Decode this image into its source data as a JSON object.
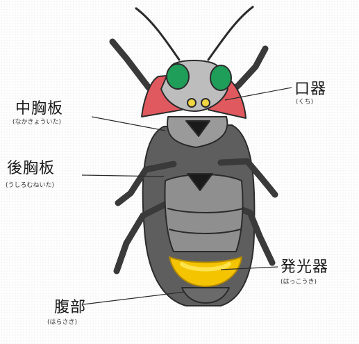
{
  "labels": {
    "mesosternum": {
      "name": "中胸板",
      "reading": "(なかきょういた)"
    },
    "metasternum": {
      "name": "後胸板",
      "reading": "(うしろむねいた)"
    },
    "mouthparts": {
      "name": "口器",
      "reading": "(くち)"
    },
    "light_organ": {
      "name": "発光器",
      "reading": "(はっこうき)"
    },
    "abdomen_tip": {
      "name": "腹部",
      "reading": "(はらさき)"
    }
  },
  "colors": {
    "body": "#7f7f7f",
    "eye": "#1f9e5a",
    "pronotum": "#e0595e",
    "light_organ": "#f5c400"
  }
}
